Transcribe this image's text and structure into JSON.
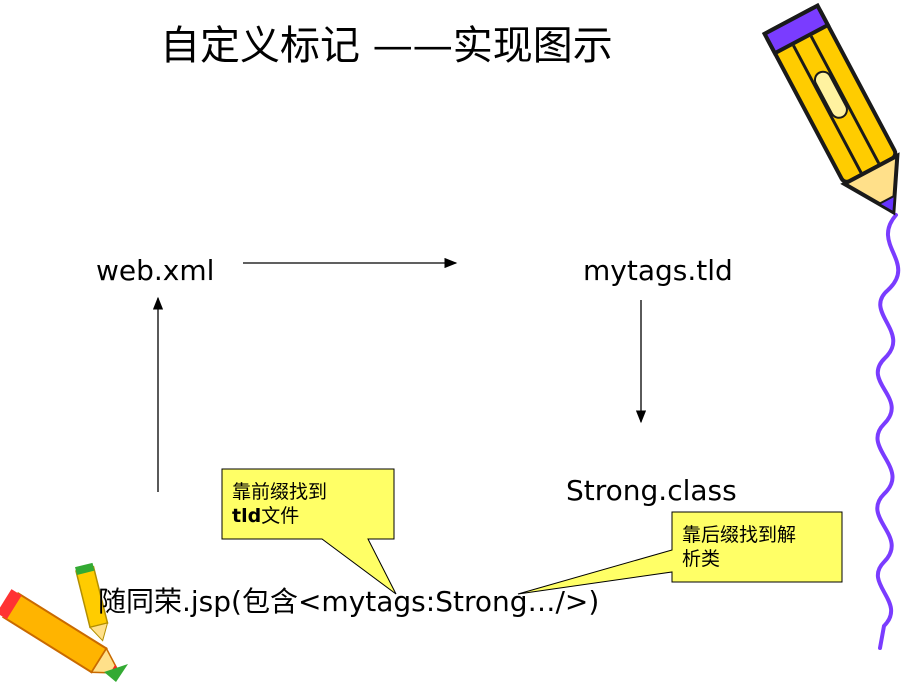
{
  "slide": {
    "title": "自定义标记 ——实现图示"
  },
  "nodes": {
    "web_xml": "web.xml",
    "mytags_tld": "mytags.tld",
    "strong_class": "Strong.class",
    "jsp": "随同荣.jsp(包含<mytags:Strong…/>)"
  },
  "callouts": {
    "prefix": {
      "line1": "靠前缀找到",
      "line2_bold": "tld",
      "line2_rest": "文件"
    },
    "suffix": {
      "line1": "靠后缀找到解",
      "line2": "析类"
    }
  },
  "colors": {
    "callout_fill": "#ffff66",
    "pencil_body": "#ffcc00",
    "pencil_outline": "#1a1a1a",
    "pencil_tip": "#6633ff",
    "squiggle": "#7a3cff"
  },
  "icons": [
    "pencil-top-right-icon",
    "pencils-bottom-left-icon",
    "squiggle-line-icon"
  ]
}
